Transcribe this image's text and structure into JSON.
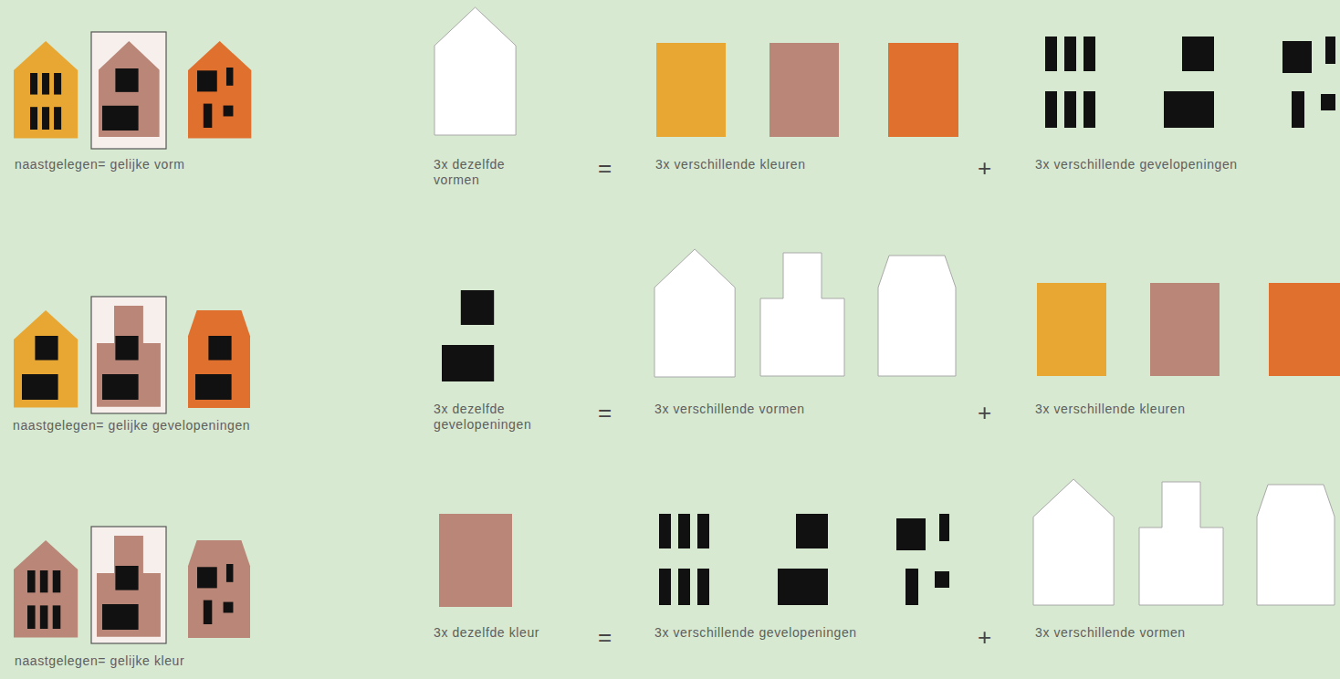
{
  "diagram": {
    "labels": [
      "naastgelegen= gelijke vorm",
      "3x dezelfde vormen",
      "=",
      "3x verschillende kleuren",
      "+",
      "3x verschillende gevelopeningen",
      "naastgelegen= gelijke gevelopeningen",
      "3x dezelfde gevelopeningen",
      "=",
      "3x verschillende vormen",
      "+",
      "3x verschillende kleuren",
      "naastgelegen= gelijke kleur",
      "3x dezelfde kleur",
      "=",
      "3x verschillende gevelopeningen",
      "+",
      "3x verschillende vormen"
    ]
  }
}
